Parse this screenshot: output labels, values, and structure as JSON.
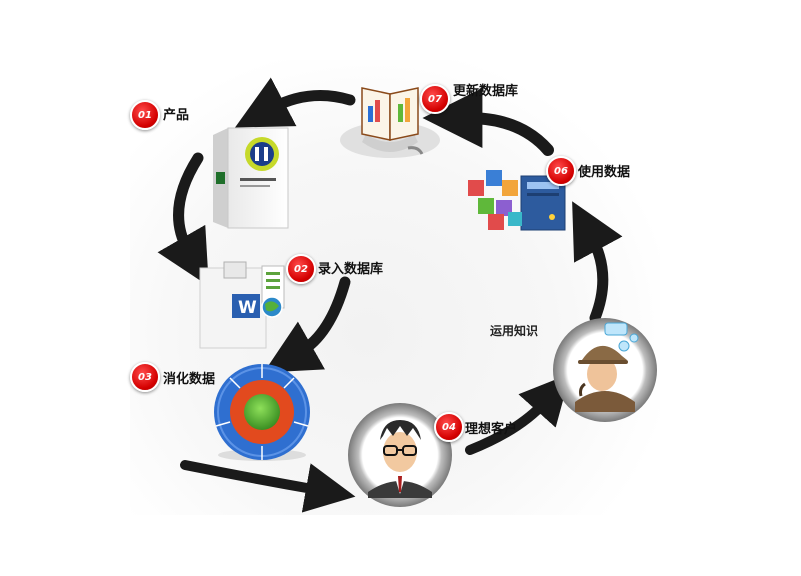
{
  "steps": [
    {
      "number": "01",
      "label": "产品"
    },
    {
      "number": "02",
      "label": "录入数据库"
    },
    {
      "number": "03",
      "label": "消化数据"
    },
    {
      "number": "04",
      "label": "理想客户"
    },
    {
      "number": "06",
      "label": "使用数据"
    },
    {
      "number": "07",
      "label": "更新数据库"
    }
  ],
  "connector_label": "运用知识",
  "colors": {
    "badge_red": "#d40000",
    "arrow_dark": "#1a1a1a",
    "ring_gray": "#8c8c8c",
    "donut_outer": "#2f6fd0",
    "donut_mid": "#e24a1e",
    "donut_core": "#5fb83a"
  },
  "icons": [
    "product-box-icon",
    "word-document-icon",
    "donut-chart-icon",
    "businessman-avatar-icon",
    "detective-avatar-icon",
    "data-server-icon",
    "open-book-icon"
  ]
}
